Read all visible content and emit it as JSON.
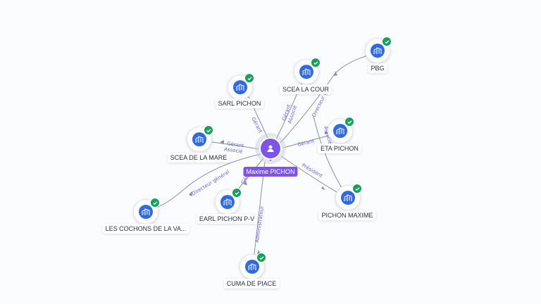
{
  "person": {
    "name": "Maxime PICHON",
    "icon": "person-icon",
    "color": "#7c55e6"
  },
  "companies": [
    {
      "id": "sarl-pichon",
      "label": "SARL PICHON",
      "verified": true
    },
    {
      "id": "scea-la-cour",
      "label": "SCEA LA COUR",
      "verified": true
    },
    {
      "id": "pbg",
      "label": "PBG",
      "verified": true
    },
    {
      "id": "eta-pichon",
      "label": "ETA PICHON",
      "verified": true
    },
    {
      "id": "scea-de-la-mare",
      "label": "SCEA DE LA MARE",
      "verified": true
    },
    {
      "id": "les-cochons",
      "label": "LES COCHONS DE LA VA...",
      "verified": true
    },
    {
      "id": "earl-pichon",
      "label": "EARL PICHON P-V",
      "verified": true
    },
    {
      "id": "pichon-maxime",
      "label": "PICHON MAXIME",
      "verified": true
    },
    {
      "id": "cuma-de-piace",
      "label": "CUMA DE PIACE",
      "verified": true
    }
  ],
  "relations": [
    {
      "to": "sarl-pichon",
      "roles": [
        "Gérant"
      ]
    },
    {
      "to": "scea-la-cour",
      "roles": [
        "Gérant",
        "Associé"
      ]
    },
    {
      "to": "pbg",
      "roles": [
        "Directeur gé..."
      ]
    },
    {
      "to": "eta-pichon",
      "roles": [
        "Gérant"
      ]
    },
    {
      "to": "scea-de-la-mare",
      "roles": [
        "Gérant",
        "Associé"
      ]
    },
    {
      "to": "les-cochons",
      "roles": [
        "Directeur général"
      ]
    },
    {
      "to": "earl-pichon",
      "roles": [
        "Gérant"
      ]
    },
    {
      "to": "pichon-maxime",
      "roles": [
        "Président"
      ]
    },
    {
      "to": "cuma-de-piace",
      "roles": [
        "Administrateur"
      ]
    },
    {
      "to": "eta-pichon",
      "roles": [
        "Associé"
      ]
    }
  ],
  "colors": {
    "company_disc": "#2f6ae0",
    "verified_badge": "#17a05a",
    "edge": "#8a8fa3",
    "edge_label": "#6a5fd8"
  },
  "icons": {
    "company": "building-icon",
    "verified": "check-icon"
  }
}
